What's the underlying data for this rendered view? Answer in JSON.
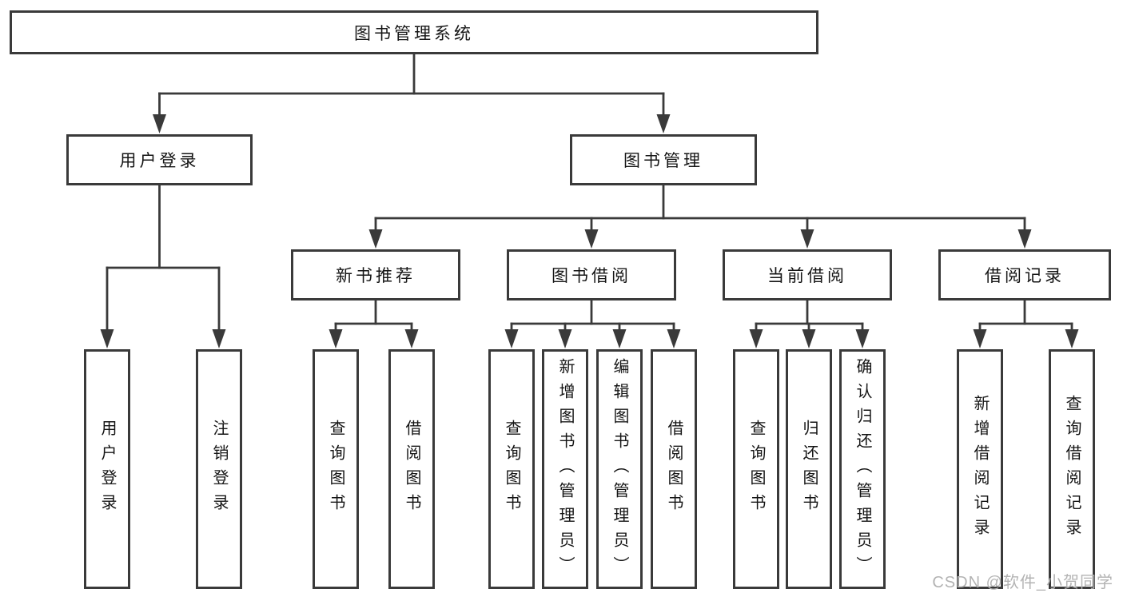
{
  "colors": {
    "line": "#3a3a3a",
    "text": "#151515",
    "watermark": "#b3b3b3",
    "background": "#ffffff"
  },
  "watermark": {
    "text": "CSDN @软件_小贺同学"
  },
  "tree": {
    "label": "图书管理系统",
    "children": [
      {
        "label": "用户登录",
        "children": [
          {
            "label": "用户登录"
          },
          {
            "label": "注销登录"
          }
        ]
      },
      {
        "label": "图书管理",
        "children": [
          {
            "label": "新书推荐",
            "children": [
              {
                "label": "查询图书"
              },
              {
                "label": "借阅图书"
              }
            ]
          },
          {
            "label": "图书借阅",
            "children": [
              {
                "label": "查询图书"
              },
              {
                "label": "新增图书（管理员）"
              },
              {
                "label": "编辑图书（管理员）"
              },
              {
                "label": "借阅图书"
              }
            ]
          },
          {
            "label": "当前借阅",
            "children": [
              {
                "label": "查询图书"
              },
              {
                "label": "归还图书"
              },
              {
                "label": "确认归还（管理员）"
              }
            ]
          },
          {
            "label": "借阅记录",
            "children": [
              {
                "label": "新增借阅记录"
              },
              {
                "label": "查询借阅记录"
              }
            ]
          }
        ]
      }
    ]
  }
}
